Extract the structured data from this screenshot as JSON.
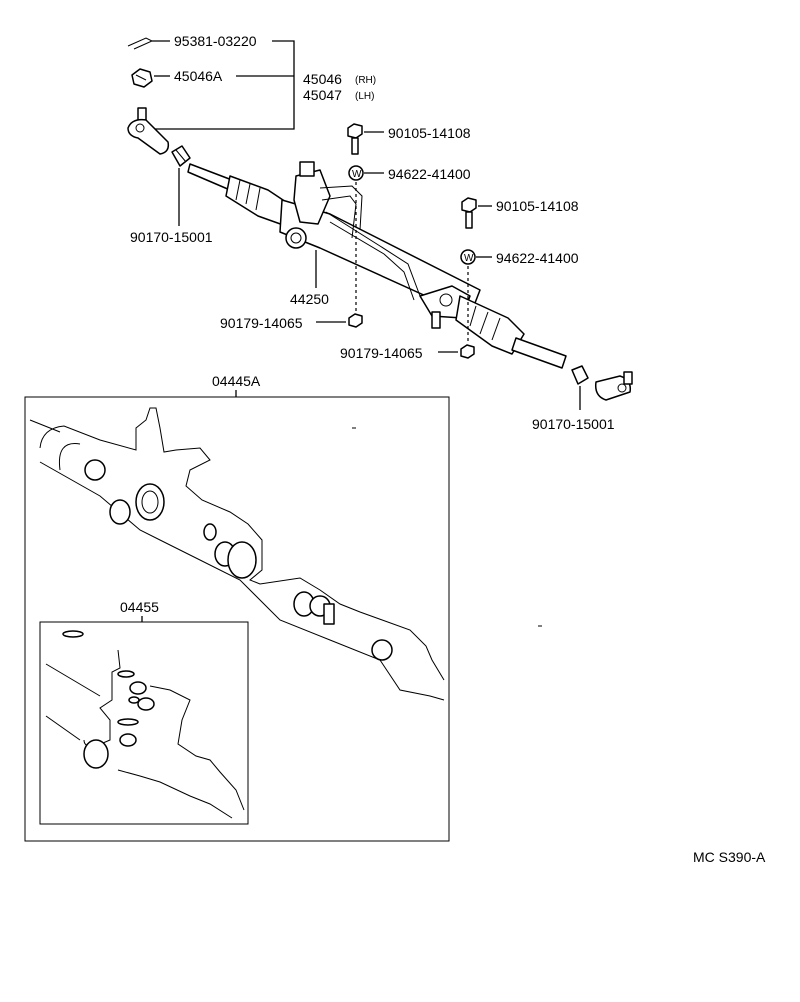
{
  "diagram": {
    "labels": {
      "p95381": "95381-03220",
      "p45046A": "45046A",
      "p45046": "45046",
      "p45046_side": "(RH)",
      "p45047": "45047",
      "p45047_side": "(LH)",
      "p90105_a": "90105-14108",
      "p94622_a": "94622-41400",
      "p90105_b": "90105-14108",
      "p94622_b": "94622-41400",
      "p90170_left": "90170-15001",
      "p44250": "44250",
      "p90179_a": "90179-14065",
      "p90179_b": "90179-14065",
      "p90170_right": "90170-15001",
      "p04445A": "04445A",
      "p04455": "04455",
      "code": "MC  S390-A"
    },
    "washer_mark": "W"
  }
}
